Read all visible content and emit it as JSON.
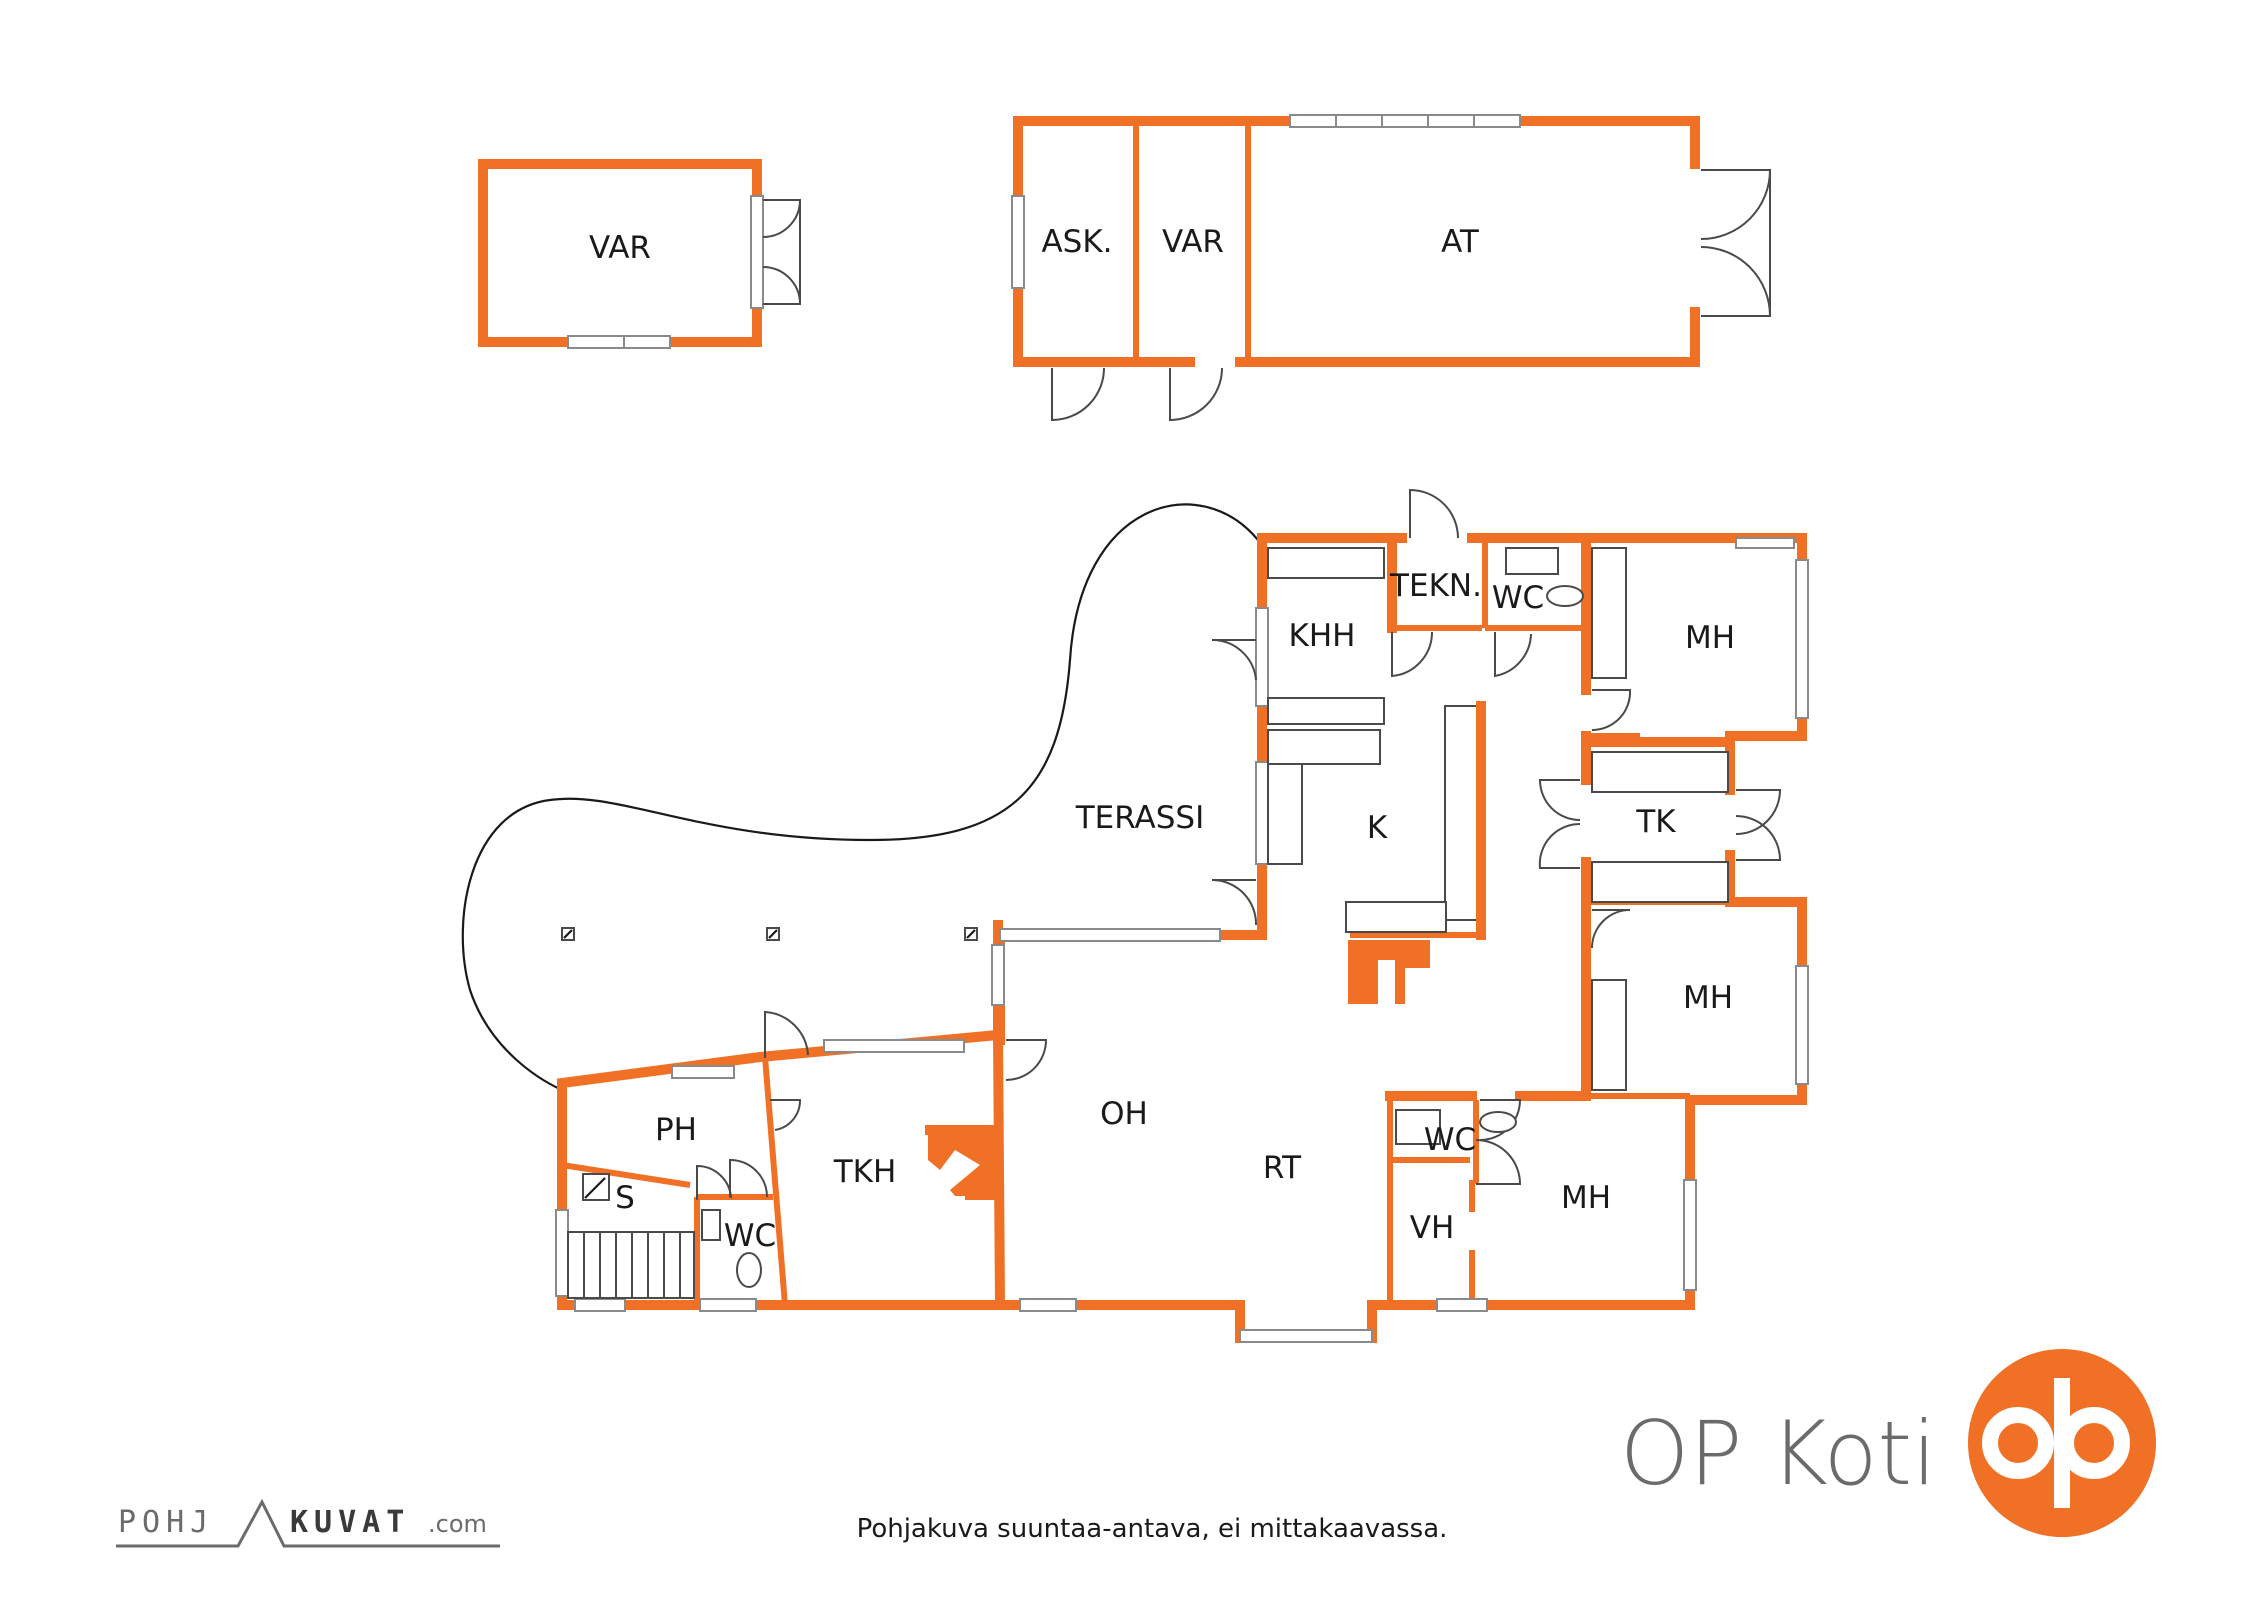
{
  "rooms": {
    "outbuilding_var": "VAR",
    "ask": "ASK.",
    "var": "VAR",
    "at": "AT",
    "khh": "KHH",
    "tekn": "TEKN.",
    "wc_top": "WC",
    "mh_top": "MH",
    "terassi": "TERASSI",
    "k": "K",
    "tk": "TK",
    "mh_mid": "MH",
    "oh": "OH",
    "ph": "PH",
    "s": "S",
    "tkh": "TKH",
    "wc_left": "WC",
    "rt": "RT",
    "wc_right": "WC",
    "vh": "VH",
    "mh_bottom": "MH"
  },
  "caption": "Pohjakuva suuntaa-antava, ei mittakaavassa.",
  "brand": {
    "name": "OP Koti",
    "color": "#f07126",
    "logo_icon": "op-logo-icon"
  },
  "credit": {
    "part1": "POHJ",
    "part2": "KUVAT",
    "suffix": ".com"
  },
  "colors": {
    "wall": "#f07126",
    "text": "#1a1a1a",
    "brand_text": "#6b6b6b"
  }
}
